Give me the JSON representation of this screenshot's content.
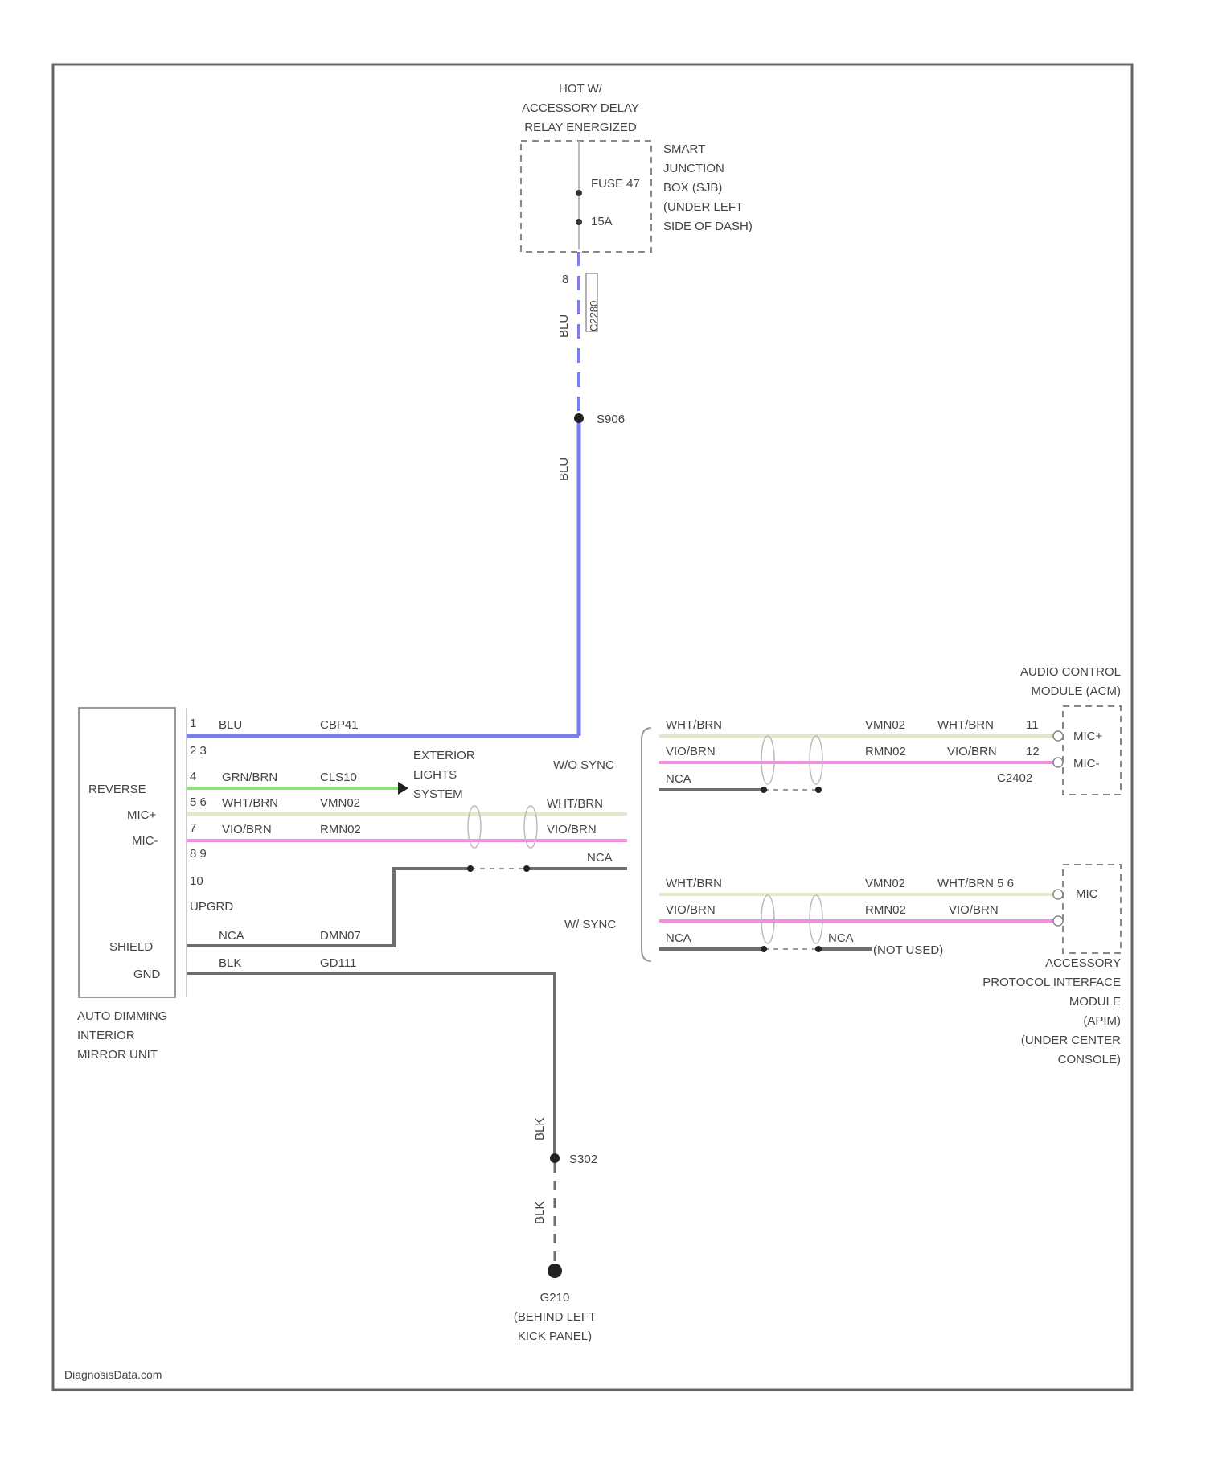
{
  "power": {
    "hot_line1": "HOT W/",
    "hot_line2": "ACCESSORY DELAY",
    "hot_line3": "RELAY ENERGIZED",
    "fuse_label": "FUSE 47",
    "fuse_rating": "15A",
    "sjb_line1": "SMART",
    "sjb_line2": "JUNCTION",
    "sjb_line3": "BOX (SJB)",
    "sjb_line4": "(UNDER LEFT",
    "sjb_line5": "SIDE OF DASH)",
    "pin": "8",
    "wire_color": "BLU",
    "connector": "C2280",
    "splice": "S906",
    "wire_color2": "BLU"
  },
  "mirror": {
    "label_line1": "AUTO DIMMING",
    "label_line2": "INTERIOR",
    "label_line3": "MIRROR UNIT",
    "pin_reverse": "REVERSE",
    "pin_mic_pos": "MIC+",
    "pin_mic_neg": "MIC-",
    "pin_shield": "SHIELD",
    "pin_gnd": "GND",
    "pins": [
      "1",
      "2 3",
      "4",
      "5 6",
      "7",
      "8 9",
      "10",
      "UPGRD",
      ""
    ],
    "w1_color": "BLU",
    "w1_circuit": "CBP41",
    "w4_color": "GRN/BRN",
    "w4_circuit": "CLS10",
    "w5_color": "WHT/BRN",
    "w5_circuit": "VMN02",
    "w7_color": "VIO/BRN",
    "w7_circuit": "RMN02",
    "shield_color": "NCA",
    "shield_circuit": "DMN07",
    "gnd_color": "BLK",
    "gnd_circuit": "GD111"
  },
  "exterior": {
    "line1": "EXTERIOR",
    "line2": "LIGHTS",
    "line3": "SYSTEM"
  },
  "sync": {
    "wo_sync": "W/O SYNC",
    "w_sync": "W/ SYNC",
    "mid_w1": "WHT/BRN",
    "mid_w2": "VIO/BRN",
    "mid_w3": "NCA"
  },
  "acm": {
    "line1": "AUDIO CONTROL",
    "line2": "MODULE (ACM)",
    "r1_left": "WHT/BRN",
    "r1_mid": "VMN02",
    "r1_right": "WHT/BRN",
    "r1_pin": "11",
    "r2_left": "VIO/BRN",
    "r2_mid": "RMN02",
    "r2_right": "VIO/BRN",
    "r2_pin": "12",
    "r3_left": "NCA",
    "connector": "C2402",
    "mic_pos": "MIC+",
    "mic_neg": "MIC-"
  },
  "apim": {
    "r1_left": "WHT/BRN",
    "r1_mid": "VMN02",
    "r1_right": "WHT/BRN 5 6",
    "r2_left": "VIO/BRN",
    "r2_mid": "RMN02",
    "r2_right": "VIO/BRN",
    "r3_left": "NCA",
    "r3_mid": "NCA",
    "not_used": "(NOT USED)",
    "mic": "MIC",
    "line1": "ACCESSORY",
    "line2": "PROTOCOL INTERFACE",
    "line3": "MODULE",
    "line4": "(APIM)",
    "line5": "(UNDER CENTER",
    "line6": "CONSOLE)"
  },
  "ground": {
    "wire_color": "BLK",
    "splice": "S302",
    "wire_color2": "BLK",
    "name": "G210",
    "loc1": "(BEHIND LEFT",
    "loc2": "KICK PANEL)"
  },
  "footer": "DiagnosisData.com",
  "colors": {
    "blue": "#7a7cf0",
    "green": "#8fe07a",
    "pink": "#f08ee0",
    "tan": "#e6e6c8",
    "gray": "#6e6e6e",
    "frame": "#666666"
  }
}
